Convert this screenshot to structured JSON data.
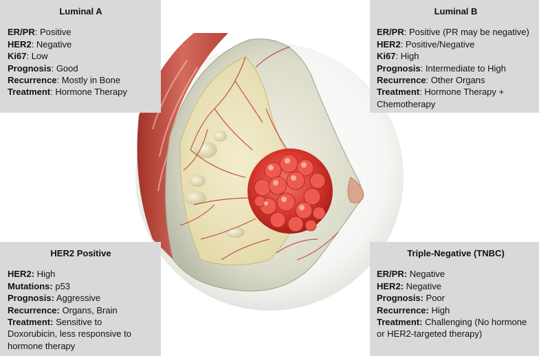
{
  "boxes": {
    "luminal_a": {
      "title": "Luminal A",
      "rows": [
        {
          "label": "ER/PR",
          "sep": ": ",
          "value": "Positive"
        },
        {
          "label": "HER2",
          "sep": ": ",
          "value": "Negative"
        },
        {
          "label": "Ki67",
          "sep": ": ",
          "value": "Low"
        },
        {
          "label": "Prognosis",
          "sep": ":  ",
          "value": "Good"
        },
        {
          "label": "Recurrence",
          "sep": ": ",
          "value": "Mostly in Bone"
        },
        {
          "label": "Treatment",
          "sep": ": ",
          "value": "Hormone Therapy"
        }
      ]
    },
    "luminal_b": {
      "title": "Luminal B",
      "rows": [
        {
          "label": "ER/PR",
          "sep": ": ",
          "value": "Positive (PR may be negative)"
        },
        {
          "label": "HER2",
          "sep": ": ",
          "value": "Positive/Negative"
        },
        {
          "label": "Ki67",
          "sep": ": ",
          "value": "High"
        },
        {
          "label": "Prognosis",
          "sep": ":  ",
          "value": "Intermediate to High"
        },
        {
          "label": "Recurrence",
          "sep": ": ",
          "value": "Other Organs"
        },
        {
          "label": "Treatment",
          "sep": ": ",
          "value": "Hormone Therapy + Chemotherapy"
        }
      ]
    },
    "her2_positive": {
      "title": "HER2 Positive",
      "rows": [
        {
          "label": "HER2:",
          "sep": " ",
          "value": "High"
        },
        {
          "label": "Mutations:",
          "sep": "  ",
          "value": "p53"
        },
        {
          "label": "Prognosis:",
          "sep": "  ",
          "value": "Aggressive"
        },
        {
          "label": "Recurrence:",
          "sep": " ",
          "value": "Organs, Brain"
        },
        {
          "label": "Treatment:",
          "sep": " ",
          "value": "Sensitive to Doxorubicin, less responsive to hormone therapy"
        }
      ]
    },
    "tnbc": {
      "title": "Triple-Negative (TNBC)",
      "rows": [
        {
          "label": "ER/PR:",
          "sep": " ",
          "value": "Negative"
        },
        {
          "label": "HER2:",
          "sep": " ",
          "value": "Negative"
        },
        {
          "label": "Prognosis:",
          "sep": " ",
          "value": "Poor"
        },
        {
          "label": "Recurrence:",
          "sep": " ",
          "value": "High"
        },
        {
          "label": "Treatment:",
          "sep": " ",
          "value": "Challenging (No hormone or HER2-targeted therapy)"
        }
      ]
    }
  },
  "colors": {
    "panel": "#d9d9d9",
    "skin": "#e3e1cf",
    "fat": "#ece6bd",
    "vessel": "#c0392b",
    "muscle": "#c44a3e",
    "tumor": "#e0443a"
  }
}
